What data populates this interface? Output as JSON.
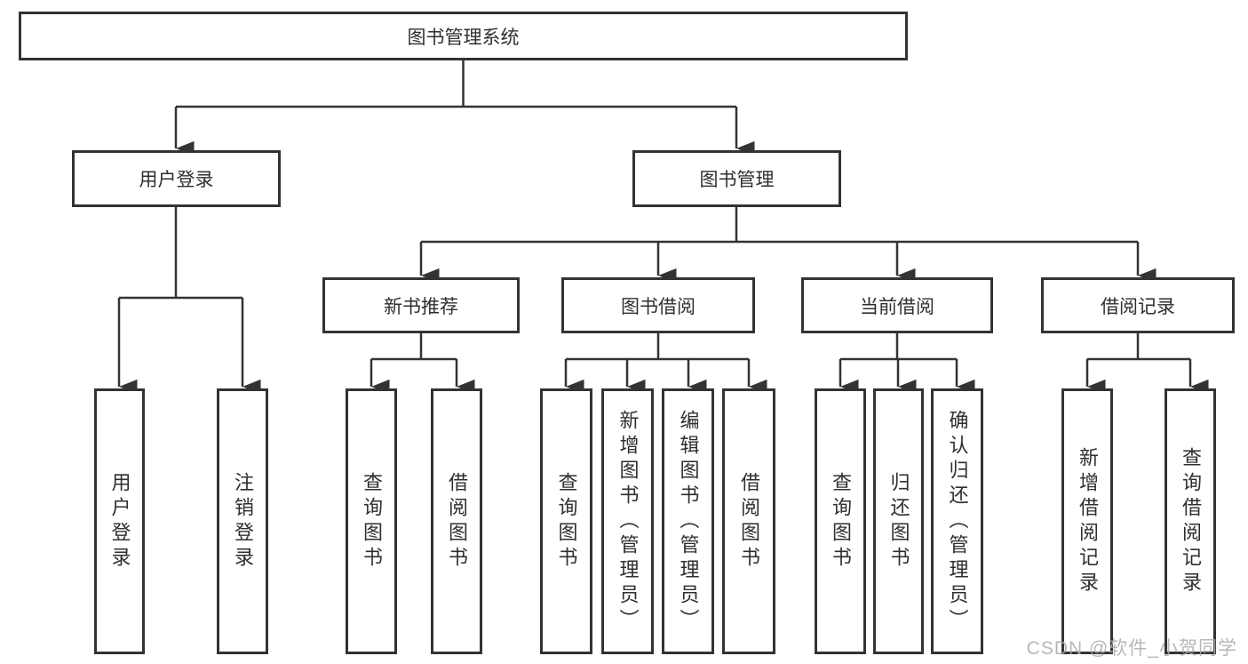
{
  "diagram": {
    "title": "图书管理系统",
    "level2": {
      "user_login": "用户登录",
      "book_mgmt": "图书管理"
    },
    "level3": {
      "new_book_rec": "新书推荐",
      "book_borrow": "图书借阅",
      "current_borrow": "当前借阅",
      "borrow_record": "借阅记录"
    },
    "leaves": {
      "login": "用户登录",
      "logout": "注销登录",
      "rec_query": "查询图书",
      "rec_borrow": "借阅图书",
      "bb_query": "查询图书",
      "bb_add": "新增图书（管理员）",
      "bb_edit": "编辑图书（管理员）",
      "bb_borrow": "借阅图书",
      "cb_query": "查询图书",
      "cb_return": "归还图书",
      "cb_confirm": "确认归还（管理员）",
      "br_add": "新增借阅记录",
      "br_query": "查询借阅记录"
    }
  },
  "watermark": {
    "text": "CSDN @软件_小贺同学"
  },
  "colors": {
    "line": "#333333",
    "text": "#2f2f2f",
    "background": "#ffffff",
    "watermark": "#ababab"
  }
}
